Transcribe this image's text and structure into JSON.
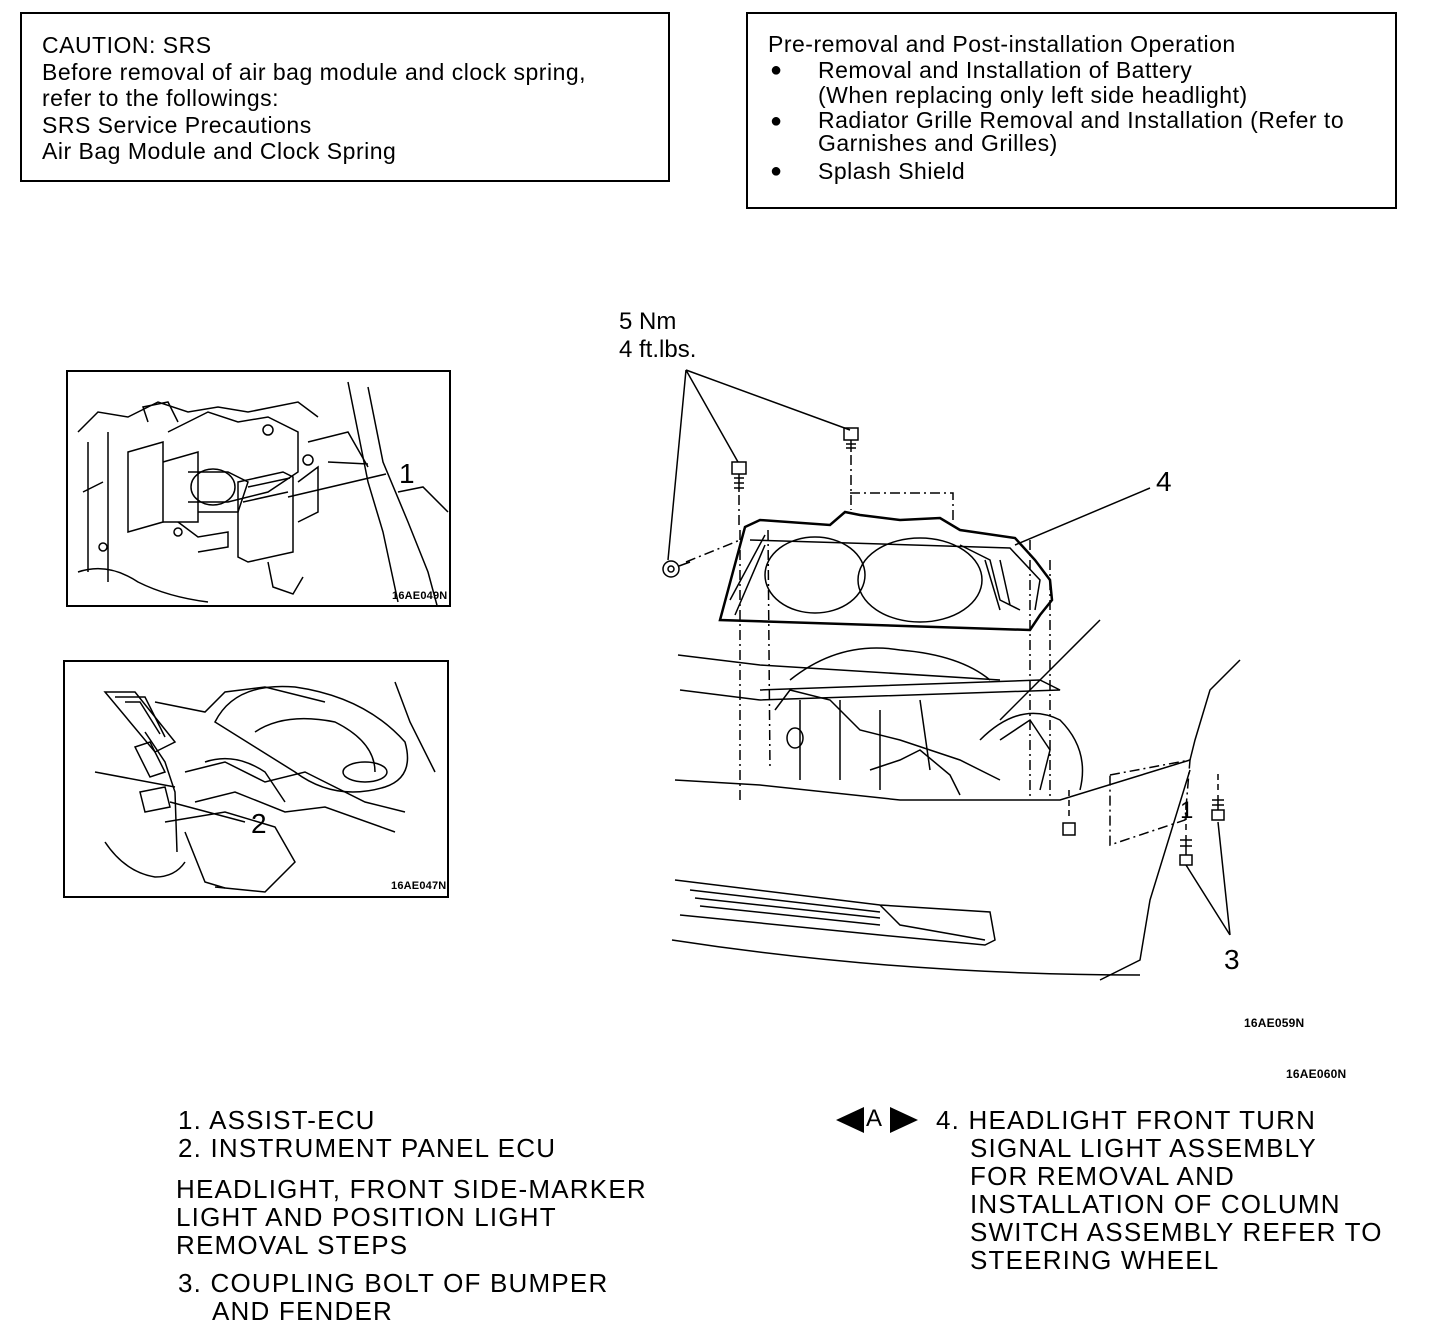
{
  "caution": {
    "lines": [
      "CAUTION: SRS",
      "Before removal of air bag module and clock spring,",
      "refer to the followings:",
      "SRS Service Precautions",
      "Air Bag Module and Clock Spring"
    ]
  },
  "preop": {
    "title": "Pre-removal and Post-installation Operation",
    "items": [
      {
        "line1": "Removal and Installation of Battery",
        "line2": "(When replacing only left side headlight)"
      },
      {
        "line1": "Radiator Grille Removal and Installation (Refer to",
        "line2": "Garnishes and Grilles)"
      },
      {
        "line1": "Splash Shield",
        "line2": ""
      }
    ]
  },
  "insets": {
    "top": {
      "callout": "1",
      "code": "16AE049N"
    },
    "bottom": {
      "callout": "2",
      "code": "16AE047N"
    }
  },
  "main": {
    "torque_nm": "5 Nm",
    "torque_ftlbs": "4 ft.lbs.",
    "callout_4": "4",
    "callout_1": "1",
    "callout_3": "3",
    "code_1": "16AE059N",
    "code_2": "16AE060N"
  },
  "legend": {
    "item1": "1. ASSIST-ECU",
    "item2": "2. INSTRUMENT PANEL ECU",
    "heading": [
      "HEADLIGHT, FRONT SIDE-MARKER",
      "LIGHT AND POSITION LIGHT",
      "REMOVAL STEPS"
    ],
    "item3": [
      "3. COUPLING  BOLT OF BUMPER",
      "AND FENDER"
    ],
    "ref_symbol": "A",
    "item4": [
      "4. HEADLIGHT FRONT TURN",
      "SIGNAL LIGHT ASSEMBLY",
      "FOR REMOVAL AND",
      "INSTALLATION OF COLUMN",
      "SWITCH ASSEMBLY REFER TO",
      "STEERING WHEEL"
    ]
  }
}
